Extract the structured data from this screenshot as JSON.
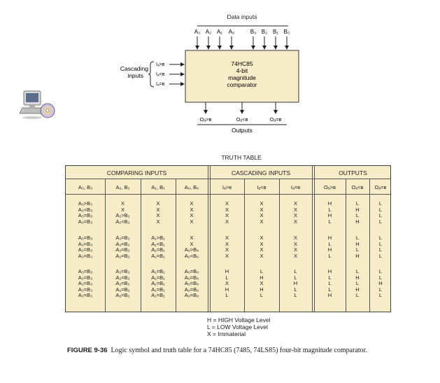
{
  "diagram": {
    "data_inputs_label": "Data inputs",
    "a_inputs": [
      "A₃",
      "A₂",
      "A₁",
      "A₀"
    ],
    "b_inputs": [
      "B₃",
      "B₂",
      "B₁",
      "B₀"
    ],
    "chip_lines": [
      "74HC85",
      "4-bit",
      "magnitude",
      "comparator"
    ],
    "cascading_label": [
      "Cascading",
      "inputs"
    ],
    "cascading_inputs": [
      "Iₐ>ʙ",
      "Iₐ<ʙ",
      "Iₐ=ʙ"
    ],
    "outputs": [
      "Oₐ>ʙ",
      "Oₐ<ʙ",
      "Oₐ=ʙ"
    ],
    "outputs_label": "Outputs",
    "chip_color": "#f7ecc8"
  },
  "table": {
    "title": "TRUTH TABLE",
    "groups": [
      "COMPARING INPUTS",
      "CASCADING INPUTS",
      "OUTPUTS"
    ],
    "headers": [
      "A₃, B₃",
      "A₂, B₂",
      "A₁, B₁",
      "A₀, B₀",
      "Iₐ>ʙ",
      "Iₐ<ʙ",
      "Iₐ=ʙ",
      "Oₐ>ʙ",
      "Oₐ<ʙ",
      "Oₐ=ʙ"
    ],
    "blocks": [
      [
        [
          "A₃>B₃",
          "X",
          "X",
          "X",
          "X",
          "X",
          "X",
          "H",
          "L",
          "L"
        ],
        [
          "A₃<B₃",
          "X",
          "X",
          "X",
          "X",
          "X",
          "X",
          "L",
          "H",
          "L"
        ],
        [
          "A₃=B₃",
          "A₂>B₂",
          "X",
          "X",
          "X",
          "X",
          "X",
          "H",
          "L",
          "L"
        ],
        [
          "A₃=B₃",
          "A₂<B₂",
          "X",
          "X",
          "X",
          "X",
          "X",
          "L",
          "H",
          "L"
        ]
      ],
      [
        [
          "A₃=B₃",
          "A₂=B₂",
          "A₁>B₁",
          "X",
          "X",
          "X",
          "X",
          "H",
          "L",
          "L"
        ],
        [
          "A₃=B₃",
          "A₂=B₂",
          "A₁<B₁",
          "X",
          "X",
          "X",
          "X",
          "L",
          "H",
          "L"
        ],
        [
          "A₃=B₃",
          "A₂=B₂",
          "A₁=B₁",
          "A₀>B₀",
          "X",
          "X",
          "X",
          "H",
          "L",
          "L"
        ],
        [
          "A₃=B₃",
          "A₂=B₂",
          "A₁=B₁",
          "A₀<B₀",
          "X",
          "X",
          "X",
          "L",
          "H",
          "L"
        ]
      ],
      [
        [
          "A₃=B₃",
          "A₂=B₂",
          "A₁=B₁",
          "A₀=B₀",
          "H",
          "L",
          "L",
          "H",
          "L",
          "L"
        ],
        [
          "A₃=B₃",
          "A₂=B₂",
          "A₁=B₁",
          "A₀=B₀",
          "L",
          "H",
          "L",
          "L",
          "H",
          "L"
        ],
        [
          "A₃=B₃",
          "A₂=B₂",
          "A₁=B₁",
          "A₀=B₀",
          "X",
          "X",
          "H",
          "L",
          "L",
          "H"
        ],
        [
          "A₃=B₃",
          "A₂=B₂",
          "A₁=B₁",
          "A₀=B₀",
          "H",
          "H",
          "L",
          "L",
          "H",
          "L"
        ],
        [
          "A₃=B₃",
          "A₂=B₂",
          "A₁=B₁",
          "A₀=B₀",
          "L",
          "L",
          "L",
          "H",
          "L",
          "L"
        ]
      ]
    ],
    "background": "#f7ecc8"
  },
  "legend": [
    "H = HIGH Voltage Level",
    "L = LOW Voltage Level",
    "X = Immaterial"
  ],
  "caption": {
    "label": "FIGURE 9-36",
    "text": "Logic symbol and truth table for a 74HC85 (7485, 74LS85) four-bit magnitude comparator."
  },
  "icon": "computer-cd-icon"
}
